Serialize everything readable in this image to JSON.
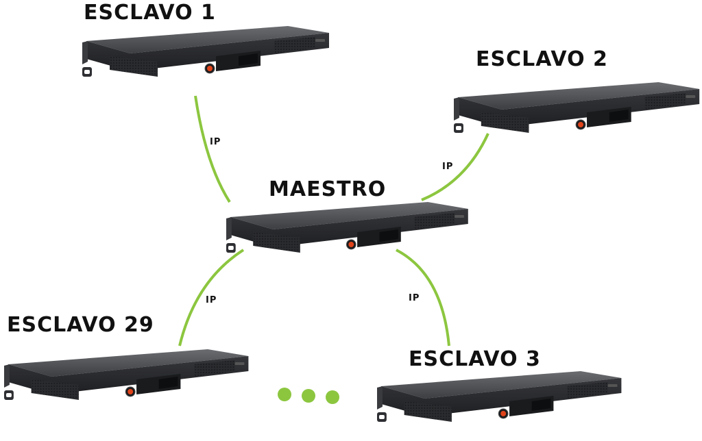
{
  "colors": {
    "link": "#8cc63f",
    "device_top": "#4a4c50",
    "device_front": "#2b2c2f",
    "knob": "#e0431a"
  },
  "icons": [
    "rack-unit-icon"
  ],
  "devices": {
    "slave1": {
      "label": "ESCLAVO 1"
    },
    "slave2": {
      "label": "ESCLAVO 2"
    },
    "master": {
      "label": "MAESTRO"
    },
    "slave29": {
      "label": "ESCLAVO 29"
    },
    "slave3": {
      "label": "ESCLAVO 3"
    }
  },
  "links": {
    "l1": {
      "label": "IP"
    },
    "l2": {
      "label": "IP"
    },
    "l3": {
      "label": "IP"
    },
    "l4": {
      "label": "IP"
    }
  }
}
